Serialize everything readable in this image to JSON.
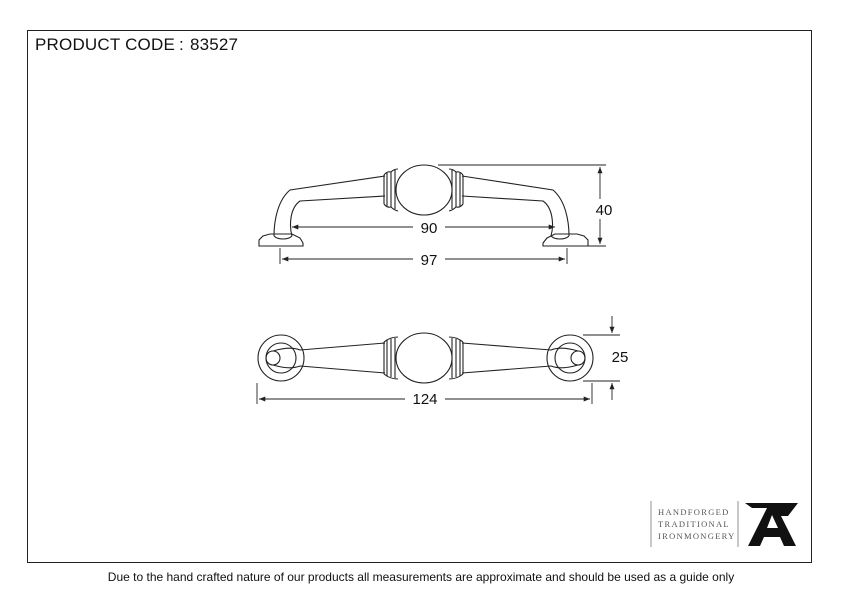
{
  "header": {
    "label": "PRODUCT CODE",
    "separator": ":",
    "code": "83527"
  },
  "dimensions": {
    "side_inner_length": "90",
    "side_outer_length": "97",
    "height": "40",
    "top_length": "124",
    "rose_diameter": "25"
  },
  "brand": {
    "line1": "HANDFORGED",
    "line2": "TRADITIONAL",
    "line3": "IRONMONGERY",
    "logo": "anvil-a-icon"
  },
  "footer": {
    "disclaimer": "Due to the hand crafted nature of our products all measurements are approximate and should be used as a guide only"
  },
  "colors": {
    "line": "#222222",
    "brand_gray": "#555555",
    "logo": "#111111"
  }
}
